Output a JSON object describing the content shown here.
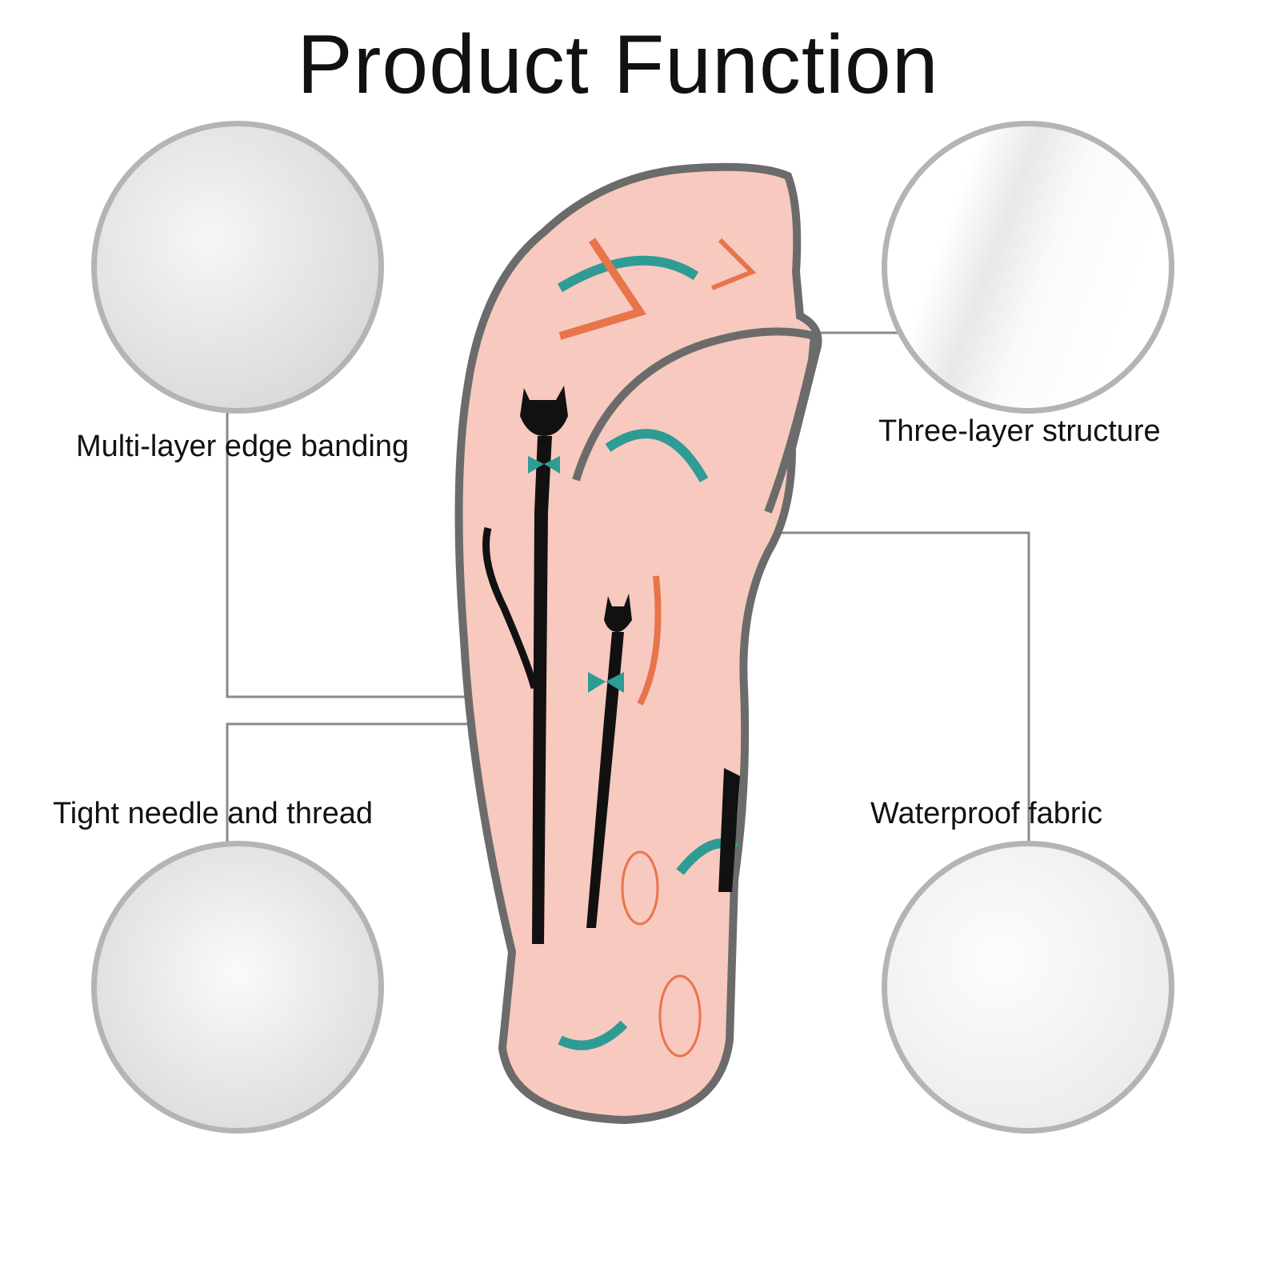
{
  "title": "Product Function",
  "features": [
    {
      "label": "Multi-layer edge banding"
    },
    {
      "label": "Three-layer structure"
    },
    {
      "label": "Tight needle and thread"
    },
    {
      "label": "Waterproof fabric"
    }
  ],
  "colors": {
    "pink": "#f7c9bf",
    "teal": "#2e9c94",
    "orange": "#e8744a",
    "trim": "#6b6b6b",
    "line": "#8a8a8a"
  }
}
